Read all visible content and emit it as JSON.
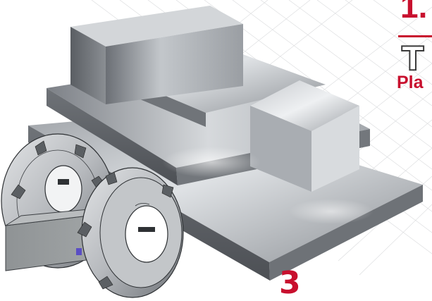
{
  "heading": {
    "number": "1.",
    "title": "T",
    "subtitle": "Pla"
  },
  "page": {
    "number": "3"
  },
  "illustration": {
    "subject": "milling-cutter-and-machined-steel-blocks",
    "accent_color": "#c8102e",
    "steel_color": "#b9bcc0"
  }
}
